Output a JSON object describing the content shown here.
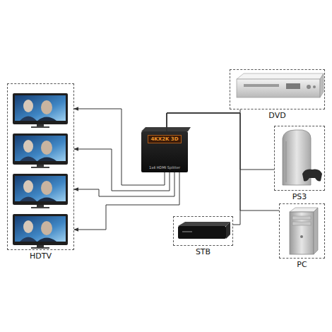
{
  "diagram": {
    "nodes": [
      {
        "text": [
          "HDTV"
        ]
      },
      {
        "text": [
          "4KX2K 3D",
          "1x4 HDMI Splitter"
        ]
      },
      {
        "text": [
          "DVD"
        ]
      },
      {
        "text": [
          "PS3"
        ]
      },
      {
        "text": [
          "STB"
        ]
      },
      {
        "text": [
          "PC"
        ]
      }
    ],
    "edges": [
      {
        "from": 1,
        "to": 0,
        "arrow": "to"
      },
      {
        "from": 1,
        "to": 0,
        "arrow": "to"
      },
      {
        "from": 1,
        "to": 0,
        "arrow": "to"
      },
      {
        "from": 1,
        "to": 0,
        "arrow": "to"
      },
      {
        "from": 2,
        "to": 1,
        "arrow": "none"
      },
      {
        "from": 3,
        "to": 1,
        "arrow": "none"
      },
      {
        "from": 4,
        "to": 1,
        "arrow": "none"
      },
      {
        "from": 5,
        "to": 1,
        "arrow": "none"
      }
    ]
  }
}
